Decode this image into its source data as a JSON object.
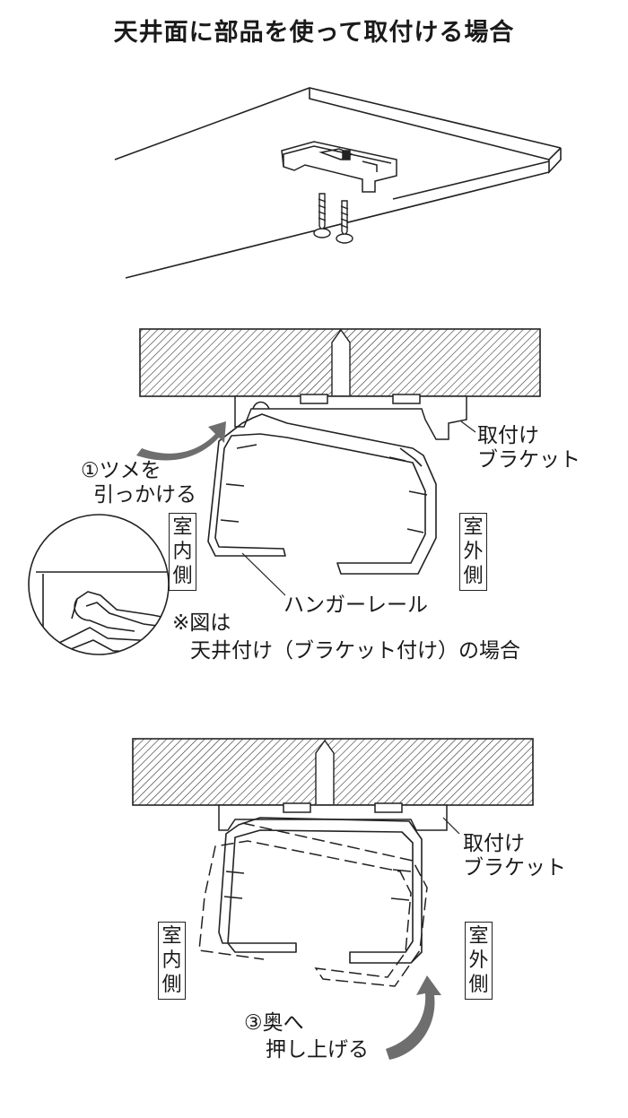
{
  "title": "天井面に部品を使って取付ける場合",
  "figure2": {
    "bracket_label_line1": "取付け",
    "bracket_label_line2": "ブラケット",
    "step1_line1": "①ツメを",
    "step1_line2": "引っかける",
    "indoor_side": [
      "室",
      "内",
      "側"
    ],
    "outdoor_side": [
      "室",
      "外",
      "側"
    ],
    "rail_label": "ハンガーレール",
    "note_line1": "※図は",
    "note_line2": "天井付け（ブラケット付け）の場合"
  },
  "figure3": {
    "bracket_label_line1": "取付け",
    "bracket_label_line2": "ブラケット",
    "indoor_side": [
      "室",
      "内",
      "側"
    ],
    "outdoor_side": [
      "室",
      "外",
      "側"
    ],
    "step3_line1": "③奥へ",
    "step3_line2": "押し上げる"
  },
  "colors": {
    "arrow": "#6e6e6e",
    "line": "#222222"
  }
}
